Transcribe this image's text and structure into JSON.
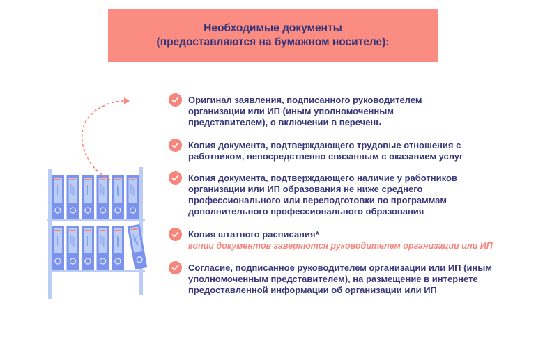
{
  "header": {
    "line1": "Необходимые документы",
    "line2": "(предоставляются на бумажном носителе):"
  },
  "items": [
    {
      "text": "Оригинал заявления, подписанного руководителем организации или ИП (иным уполномоченным представителем), о включении в перечень"
    },
    {
      "text": "Копия документа, подтверждающего трудовые отношения с работником, непосредственно связанным с оказанием услуг"
    },
    {
      "text": "Копия документа, подтверждающего наличие у работников организации или ИП образования не ниже среднего профессионального или переподготовки по программам дополнительного профессионального образования"
    },
    {
      "text": "Копия штатного расписания*",
      "note": "копии документов заверяются руководителем организации или ИП"
    },
    {
      "text": "Согласие, подписанное руководителем организации или ИП (иным уполномоченным представителем), на размещение в интернете предоставленной информации об организации или ИП"
    }
  ],
  "colors": {
    "accent": "#fa8c82",
    "text": "#38387a",
    "binder": "#7b93ec",
    "shelf": "#b9cdf7"
  }
}
